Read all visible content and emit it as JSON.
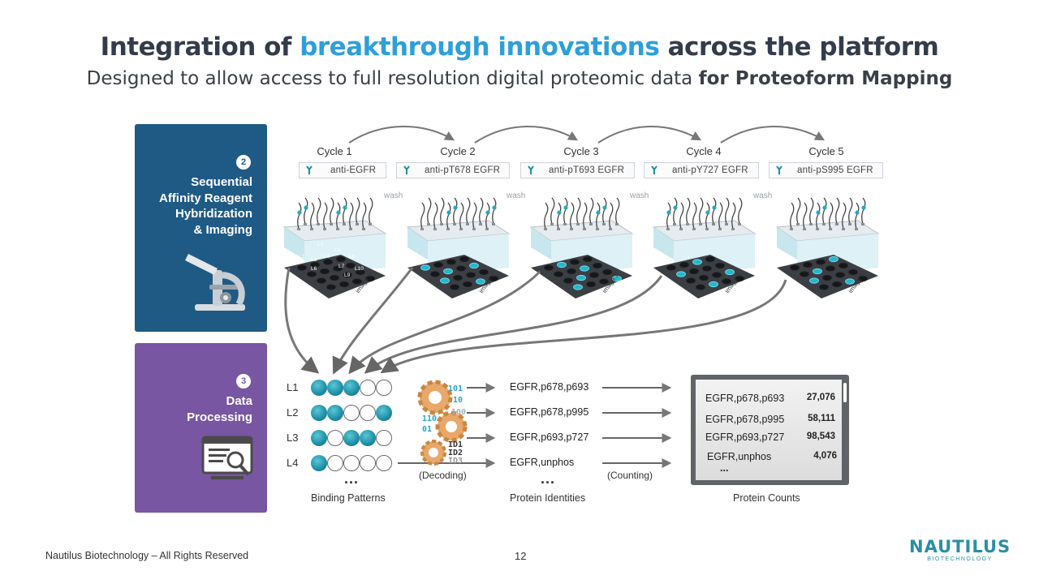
{
  "header": {
    "title_pre": "Integration of",
    "title_highlight": "breakthrough innovations",
    "title_post": "across the platform",
    "subtitle_pre": "Designed to allow access to full resolution digital proteomic data",
    "subtitle_bold": "for Proteoform Mapping"
  },
  "panels": {
    "step2": {
      "number": "2",
      "lines": [
        "Sequential",
        "Affinity Reagent",
        "Hybridization",
        "& Imaging"
      ],
      "icon": "microscope-icon"
    },
    "step3": {
      "number": "3",
      "lines": [
        "Data",
        "Processing"
      ],
      "icon": "document-search-icon"
    }
  },
  "cycles": [
    {
      "label": "Cycle 1",
      "reagent": "anti-EGFR",
      "image": "image 1"
    },
    {
      "label": "Cycle 2",
      "reagent": "anti-pT678 EGFR",
      "image": "image 2"
    },
    {
      "label": "Cycle 3",
      "reagent": "anti-pT693 EGFR",
      "image": "image 3"
    },
    {
      "label": "Cycle 4",
      "reagent": "anti-pY727 EGFR",
      "image": "image 4"
    },
    {
      "label": "Cycle 5",
      "reagent": "anti-pS995 EGFR",
      "image": "image 5"
    }
  ],
  "wash_label": "wash",
  "well_labels": [
    "L1",
    "L2",
    "L3",
    "L4",
    "L5",
    "L6",
    "L7",
    "L8",
    "L9",
    "L10"
  ],
  "binding_rows": [
    {
      "label": "L1",
      "pattern": [
        1,
        1,
        1,
        0,
        0
      ],
      "identity": "EGFR,p678,p693"
    },
    {
      "label": "L2",
      "pattern": [
        1,
        1,
        0,
        0,
        1
      ],
      "identity": "EGFR,p678,p995"
    },
    {
      "label": "L3",
      "pattern": [
        1,
        0,
        1,
        1,
        0
      ],
      "identity": "EGFR,p693,p727"
    },
    {
      "label": "L4",
      "pattern": [
        1,
        0,
        0,
        0,
        0
      ],
      "identity": "EGFR,unphos"
    }
  ],
  "decode_binary": [
    "101",
    "10",
    "100",
    "110",
    "01",
    "ID1",
    "ID2",
    "ID3"
  ],
  "labels": {
    "decoding": "(Decoding)",
    "counting": "(Counting)",
    "binding_patterns": "Binding Patterns",
    "protein_identities": "Protein Identities",
    "protein_counts": "Protein Counts",
    "ellipsis": "..."
  },
  "counts": [
    {
      "name": "EGFR,p678,p693",
      "value": "27,076"
    },
    {
      "name": "EGFR,p678,p995",
      "value": "58,111"
    },
    {
      "name": "EGFR,p693,p727",
      "value": "98,543"
    },
    {
      "name": "EGFR,unphos",
      "value": "4,076"
    }
  ],
  "footer": {
    "copyright": "Nautilus Biotechnology – All Rights Reserved",
    "page": "12",
    "logo_main": "NAUTILUS",
    "logo_sub": "BIOTECHNOLOGY"
  },
  "colors": {
    "accent": "#2e9fd9",
    "panel_blue": "#1f5a84",
    "panel_purple": "#7856a2",
    "teal": "#1c8ea6"
  }
}
